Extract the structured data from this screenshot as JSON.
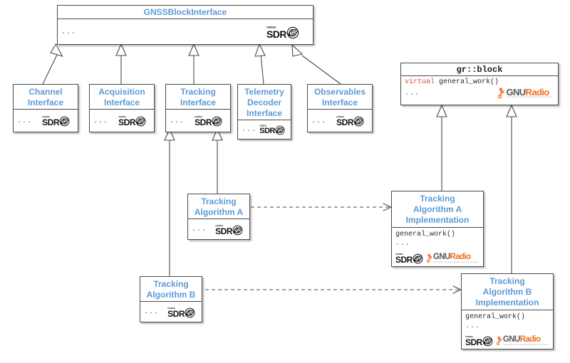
{
  "diagram": {
    "type": "uml-class-diagram",
    "background": "#ffffff",
    "title_color": "#5b9bd5",
    "line_color": "#4a4a4a",
    "keyword_color": "#d94a3d",
    "gnuradio_orange": "#f07022",
    "gnuradio_gray": "#58585a"
  },
  "logos": {
    "gnss_sdr": {
      "top_text": "GNSS",
      "main_text": "SDR",
      "name": "gnss-sdr-logo"
    },
    "gnuradio": {
      "part1": "GNU",
      "part2": "Radio",
      "tagline": "THE FREE & OPEN SOFTWARE RADIO ECOSYSTEM",
      "name": "gnuradio-logo"
    }
  },
  "nodes": {
    "gnss_block_interface": {
      "title": "GNSSBlockInterface",
      "body_ellipsis": "...",
      "logos": [
        "gnss_sdr"
      ]
    },
    "gr_block": {
      "title": "gr::block",
      "code_keyword": "virtual",
      "code_signature": "general_work()",
      "body_ellipsis": "...",
      "logos": [
        "gnuradio"
      ]
    },
    "channel_interface": {
      "title_lines": [
        "Channel",
        "Interface"
      ],
      "body_ellipsis": "...",
      "logos": [
        "gnss_sdr"
      ]
    },
    "acquisition_interface": {
      "title_lines": [
        "Acquisition",
        "Interface"
      ],
      "body_ellipsis": "...",
      "logos": [
        "gnss_sdr"
      ]
    },
    "tracking_interface": {
      "title_lines": [
        "Tracking",
        "Interface"
      ],
      "body_ellipsis": "...",
      "logos": [
        "gnss_sdr"
      ]
    },
    "telemetry_decoder_interface": {
      "title_lines": [
        "Telemetry",
        "Decoder",
        "Interface"
      ],
      "body_ellipsis": "...",
      "logos": [
        "gnss_sdr"
      ]
    },
    "observables_interface": {
      "title_lines": [
        "Observables",
        "Interface"
      ],
      "body_ellipsis": "...",
      "logos": [
        "gnss_sdr"
      ]
    },
    "tracking_algorithm_a": {
      "title_lines": [
        "Tracking",
        "Algorithm A"
      ],
      "body_ellipsis": "...",
      "logos": [
        "gnss_sdr"
      ]
    },
    "tracking_algorithm_b": {
      "title_lines": [
        "Tracking",
        "Algorithm B"
      ],
      "body_ellipsis": "...",
      "logos": [
        "gnss_sdr"
      ]
    },
    "tracking_algorithm_a_impl": {
      "title_lines": [
        "Tracking",
        "Algorithm A",
        "Implementation"
      ],
      "code_signature": "general_work()",
      "body_ellipsis": "...",
      "logos": [
        "gnss_sdr",
        "gnuradio"
      ]
    },
    "tracking_algorithm_b_impl": {
      "title_lines": [
        "Tracking",
        "Algorithm B",
        "Implementation"
      ],
      "code_signature": "general_work()",
      "body_ellipsis": "...",
      "logos": [
        "gnss_sdr",
        "gnuradio"
      ]
    }
  },
  "edges": [
    {
      "from": "channel_interface",
      "to": "gnss_block_interface",
      "kind": "generalization"
    },
    {
      "from": "acquisition_interface",
      "to": "gnss_block_interface",
      "kind": "generalization"
    },
    {
      "from": "tracking_interface",
      "to": "gnss_block_interface",
      "kind": "generalization"
    },
    {
      "from": "telemetry_decoder_interface",
      "to": "gnss_block_interface",
      "kind": "generalization"
    },
    {
      "from": "observables_interface",
      "to": "gnss_block_interface",
      "kind": "generalization"
    },
    {
      "from": "tracking_algorithm_a",
      "to": "tracking_interface",
      "kind": "generalization"
    },
    {
      "from": "tracking_algorithm_b",
      "to": "tracking_interface",
      "kind": "generalization"
    },
    {
      "from": "tracking_algorithm_a_impl",
      "to": "gr_block",
      "kind": "generalization"
    },
    {
      "from": "tracking_algorithm_b_impl",
      "to": "gr_block",
      "kind": "generalization"
    },
    {
      "from": "tracking_algorithm_a",
      "to": "tracking_algorithm_a_impl",
      "kind": "realization-dashed"
    },
    {
      "from": "tracking_algorithm_b",
      "to": "tracking_algorithm_b_impl",
      "kind": "realization-dashed"
    }
  ]
}
